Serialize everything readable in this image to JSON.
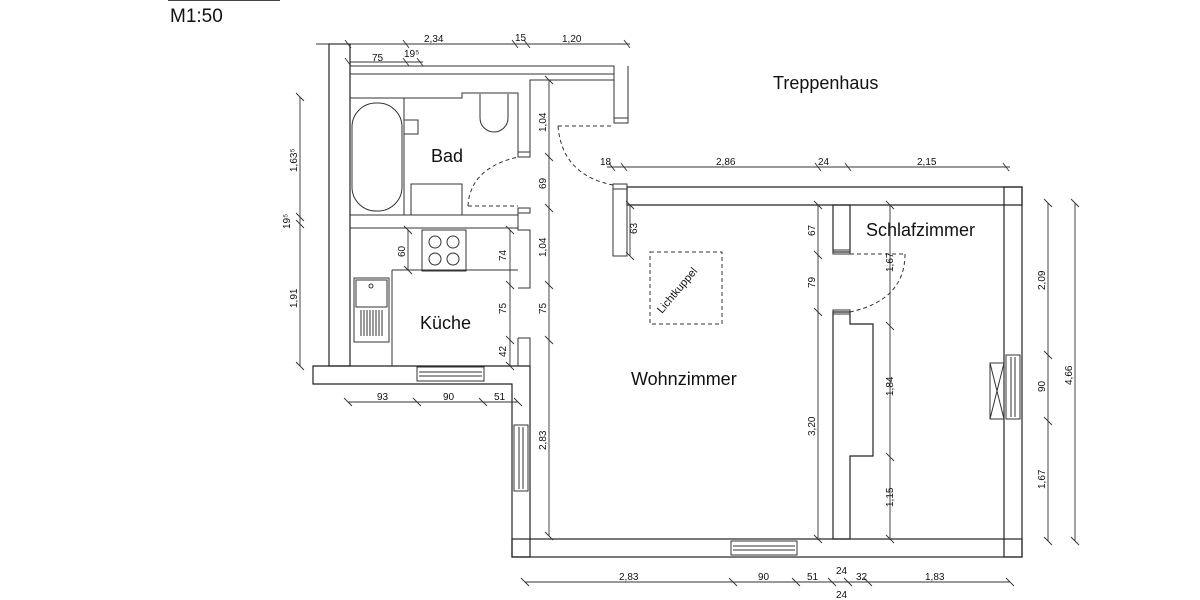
{
  "header": {
    "scale": "M1:50"
  },
  "rooms": {
    "treppenhaus": "Treppenhaus",
    "bad": "Bad",
    "kueche": "Küche",
    "wohnzimmer": "Wohnzimmer",
    "schlafzimmer": "Schlafzimmer",
    "lichtkuppel": "Lichtkuppel"
  },
  "dimensions": {
    "top": {
      "total": "2,34",
      "a": "75",
      "b": "19⁵",
      "c": "15",
      "d": "1,20"
    },
    "left": {
      "a": "1,63⁵",
      "b": "19⁵",
      "c": "1,91"
    },
    "bath_corridor": {
      "a": "1,04",
      "b": "69",
      "c": "1,04",
      "d": "75",
      "e": "2,83"
    },
    "kitchen": {
      "a": "60",
      "b": "74",
      "c": "75",
      "d": "42"
    },
    "kitchen_bottom": {
      "a": "93",
      "b": "90",
      "c": "51"
    },
    "top_right": {
      "a": "18",
      "b": "2,86",
      "c": "24",
      "d": "2,15"
    },
    "living": {
      "a": "63",
      "b": "67",
      "c": "79",
      "d": "3,20"
    },
    "bedroom": {
      "a": "1,67",
      "b": "1,84",
      "c": "1,15"
    },
    "right": {
      "a": "2,09",
      "b": "90",
      "c": "1,67",
      "total": "4,66"
    },
    "bottom": {
      "a": "2,83",
      "b": "90",
      "c": "51",
      "d": "24",
      "e": "32",
      "f": "1,83",
      "g": "24"
    }
  },
  "colors": {
    "line": "#222222",
    "hatch": "#555555",
    "background": "#ffffff"
  }
}
